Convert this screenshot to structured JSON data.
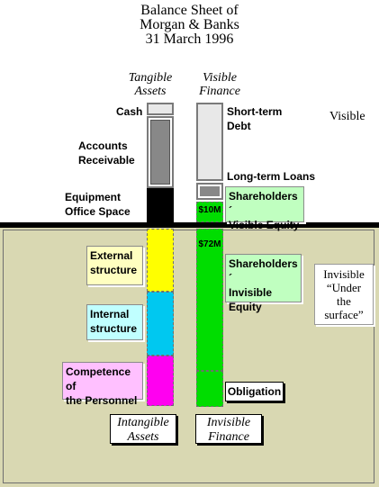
{
  "title": [
    "Balance Sheet of",
    "Morgan & Banks",
    "31 March 1996"
  ],
  "headers": {
    "tangible": [
      "Tangible",
      "Assets"
    ],
    "visible_finance": [
      "Visible",
      "Finance"
    ],
    "intangible": [
      "Intangible",
      "Assets"
    ],
    "invisible_finance": [
      "Invisible",
      "Finance"
    ]
  },
  "zones": {
    "visible": "Visible",
    "invisible": [
      "Invisible",
      "“Under",
      "the",
      "surface”"
    ]
  },
  "left_labels": {
    "cash": "Cash",
    "receivable": [
      "Accounts",
      "Receivable"
    ],
    "equipment": [
      "Equipment",
      "Office Space"
    ]
  },
  "right_labels": {
    "short_term": [
      "Short-term",
      "Debt"
    ],
    "long_term": "Long-term Loans",
    "visible_equity": [
      "Shareholders´",
      "Visible Equity"
    ],
    "invisible_equity": [
      "Shareholders´",
      "Invisible",
      "Equity"
    ],
    "obligation": "Obligation"
  },
  "intangible_labels": {
    "external": [
      "External",
      "structure"
    ],
    "internal": [
      "Internal",
      "structure"
    ],
    "competence": [
      "Competence of",
      "the Personnel"
    ]
  },
  "values": {
    "visible_equity": "$10M",
    "invisible_equity": "$72M"
  },
  "colors": {
    "ground": "#d9d8b2",
    "surface_line": "#000000",
    "yellow": "#ffff00",
    "cyan": "#00c8f0",
    "magenta": "#ff00f0",
    "green": "#00dd00",
    "pale_yellow": "#ffffc0",
    "pale_cyan": "#c0ffff",
    "pale_magenta": "#ffc0ff",
    "pale_green": "#c0ffc0"
  }
}
